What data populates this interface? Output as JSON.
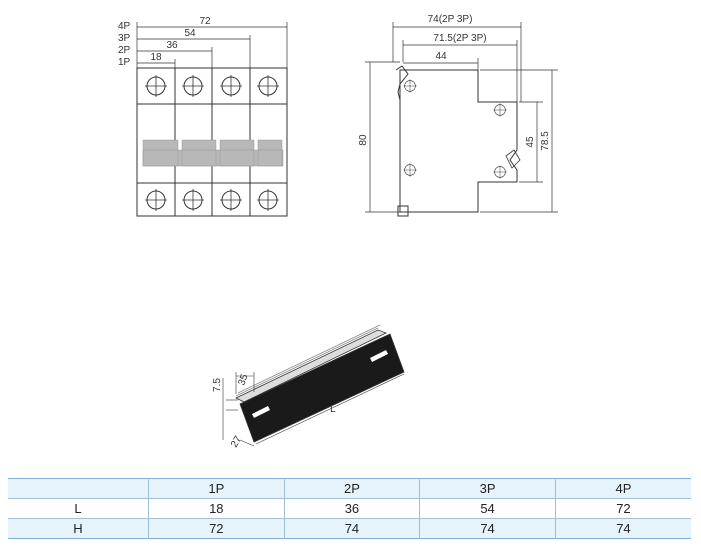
{
  "front_view": {
    "pole_labels": [
      "4P",
      "3P",
      "2P",
      "1P"
    ],
    "widths": [
      "72",
      "54",
      "36",
      "18"
    ]
  },
  "side_view": {
    "dims_top": [
      "74(2P 3P)",
      "71.5(2P 3P)",
      "44"
    ],
    "dims_vertical": [
      "80",
      "45",
      "78.5"
    ]
  },
  "rail_view": {
    "labels": [
      "7.5",
      "35",
      "L",
      "27"
    ]
  },
  "table": {
    "header": [
      "",
      "1P",
      "2P",
      "3P",
      "4P"
    ],
    "rows": [
      [
        "L",
        "18",
        "36",
        "54",
        "72"
      ],
      [
        "H",
        "72",
        "74",
        "74",
        "74"
      ]
    ]
  }
}
